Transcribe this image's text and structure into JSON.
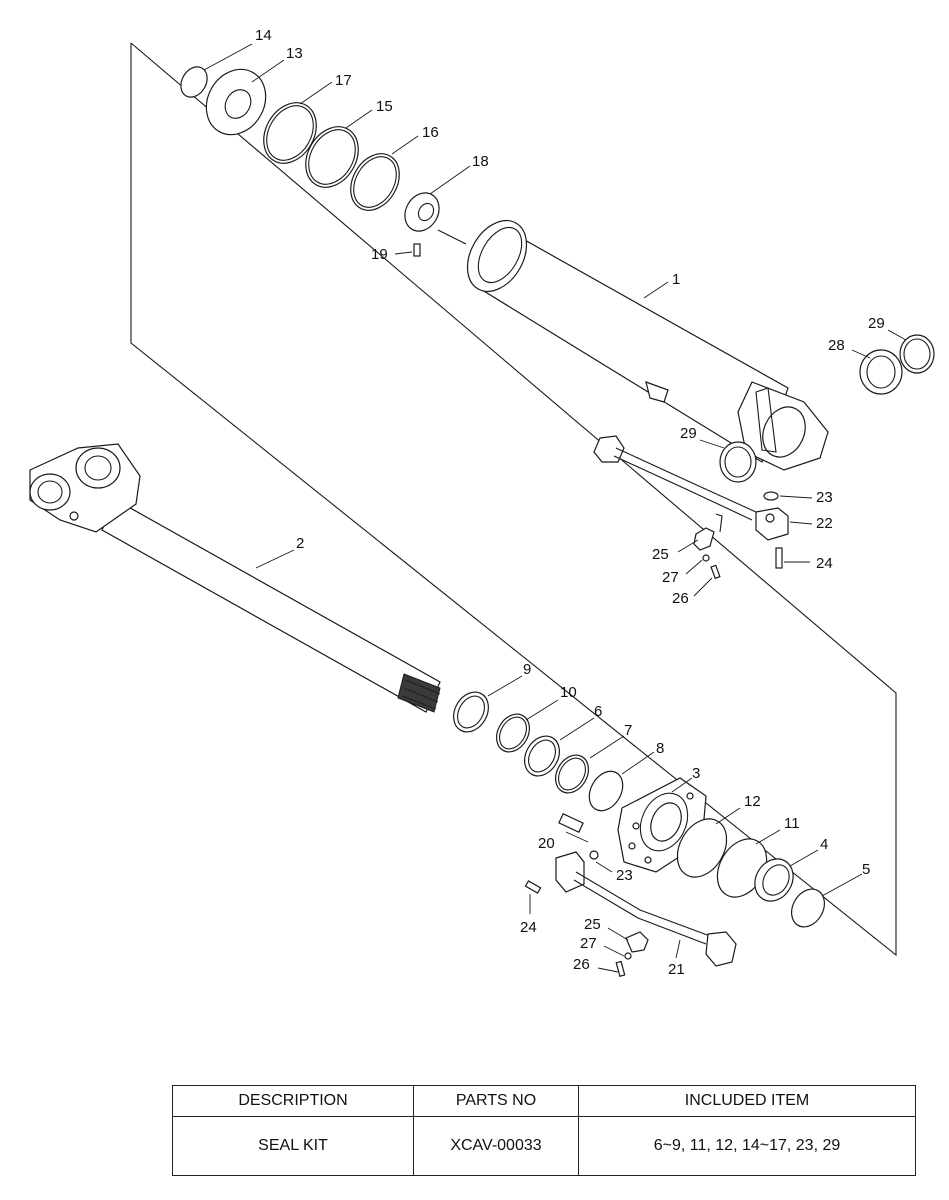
{
  "callouts": [
    "14",
    "13",
    "17",
    "15",
    "16",
    "18",
    "19",
    "1",
    "29",
    "28",
    "29",
    "23",
    "22",
    "25",
    "27",
    "24",
    "26",
    "2",
    "9",
    "10",
    "6",
    "7",
    "8",
    "3",
    "12",
    "11",
    "4",
    "5",
    "20",
    "23",
    "24",
    "25",
    "27",
    "21",
    "26"
  ],
  "table": {
    "headers": [
      "DESCRIPTION",
      "PARTS NO",
      "INCLUDED ITEM"
    ],
    "rows": [
      {
        "description": "SEAL KIT",
        "parts_no": "XCAV-00033",
        "included_item": "6~9, 11, 12, 14~17, 23, 29"
      }
    ]
  }
}
